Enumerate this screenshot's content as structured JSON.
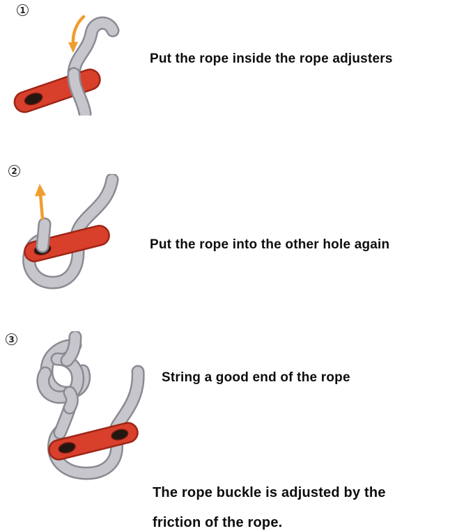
{
  "steps": [
    {
      "number": "1",
      "caption": "Put the rope inside the rope adjusters"
    },
    {
      "number": "2",
      "caption": "Put the rope into the other hole again"
    },
    {
      "number": "3",
      "caption": "String a good end of the rope"
    }
  ],
  "footer": {
    "line1": "The rope buckle is adjusted by the",
    "line2": "friction of the rope."
  },
  "icons": {
    "step1_illustration": "rope-through-adjuster-with-down-arrow",
    "step2_illustration": "rope-looped-through-adjuster-with-up-arrow",
    "step3_illustration": "knotted-rope-through-adjuster"
  },
  "colors": {
    "background": "#ffffff",
    "buckle_red": "#d8402c",
    "buckle_red_border": "#9e2516",
    "rope_gray": "#c6c6cc",
    "rope_gray_outline": "#8a8a92",
    "hole_dark": "#241712",
    "arrow_orange": "#f09d2e",
    "text": "#0d0d0d"
  }
}
